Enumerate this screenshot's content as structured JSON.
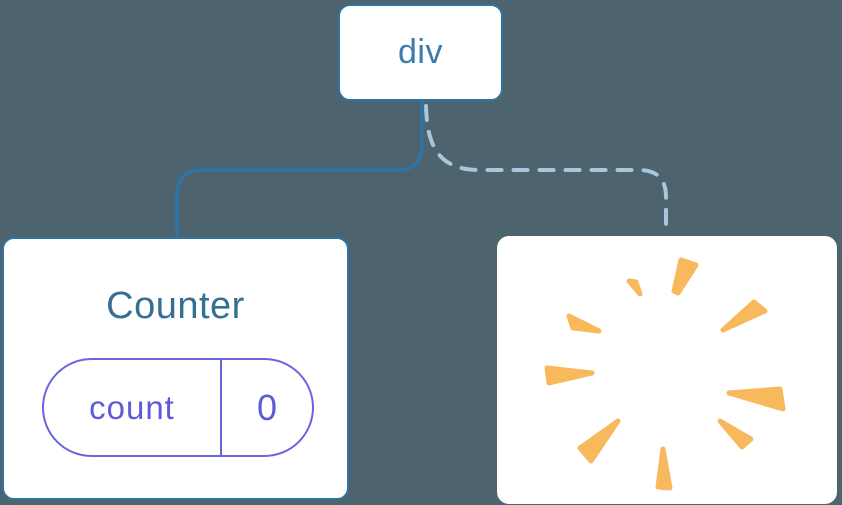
{
  "colors": {
    "background": "#4d646f",
    "node_fill": "#ffffff",
    "node_border": "#2e75a3",
    "root_text": "#3a7cab",
    "component_text": "#356f93",
    "state_border": "#6965e0",
    "state_text": "#5f5ad8",
    "solid_edge": "#2e75a3",
    "dashed_edge": "#a6c7dc",
    "poof": "#f7b95c"
  },
  "diagram": {
    "root_node": {
      "label": "div"
    },
    "counter_node": {
      "title": "Counter",
      "state": {
        "name": "count",
        "value": "0"
      }
    },
    "removed_node": {
      "icon": "poof-icon"
    }
  }
}
